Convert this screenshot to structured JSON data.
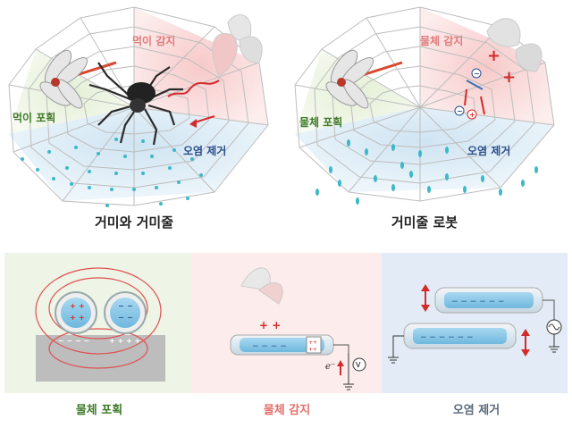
{
  "top_left": {
    "caption": "거미와 거미줄",
    "labels": {
      "sense": "먹이 감지",
      "capture": "먹이 포획",
      "remove": "오염 제거"
    }
  },
  "top_right": {
    "caption": "거미줄 로봇",
    "labels": {
      "sense": "물체 감지",
      "capture": "물체 포획",
      "remove": "오염 제거"
    }
  },
  "bottom": {
    "panels": [
      {
        "caption": "물체 포획",
        "color": "#3f7a2a",
        "bg": "#eef4e6"
      },
      {
        "caption": "물체 감지",
        "color": "#e0706a",
        "bg": "#fdecec"
      },
      {
        "caption": "오염 제거",
        "color": "#5a6a7a",
        "bg": "#e3ecf6"
      }
    ],
    "electron_label": "e⁻"
  },
  "colors": {
    "web_line": "#b9b9b9",
    "dot": "#3cb8c8",
    "red": "#d42a2a",
    "blue_charge": "#2b4f8a"
  }
}
